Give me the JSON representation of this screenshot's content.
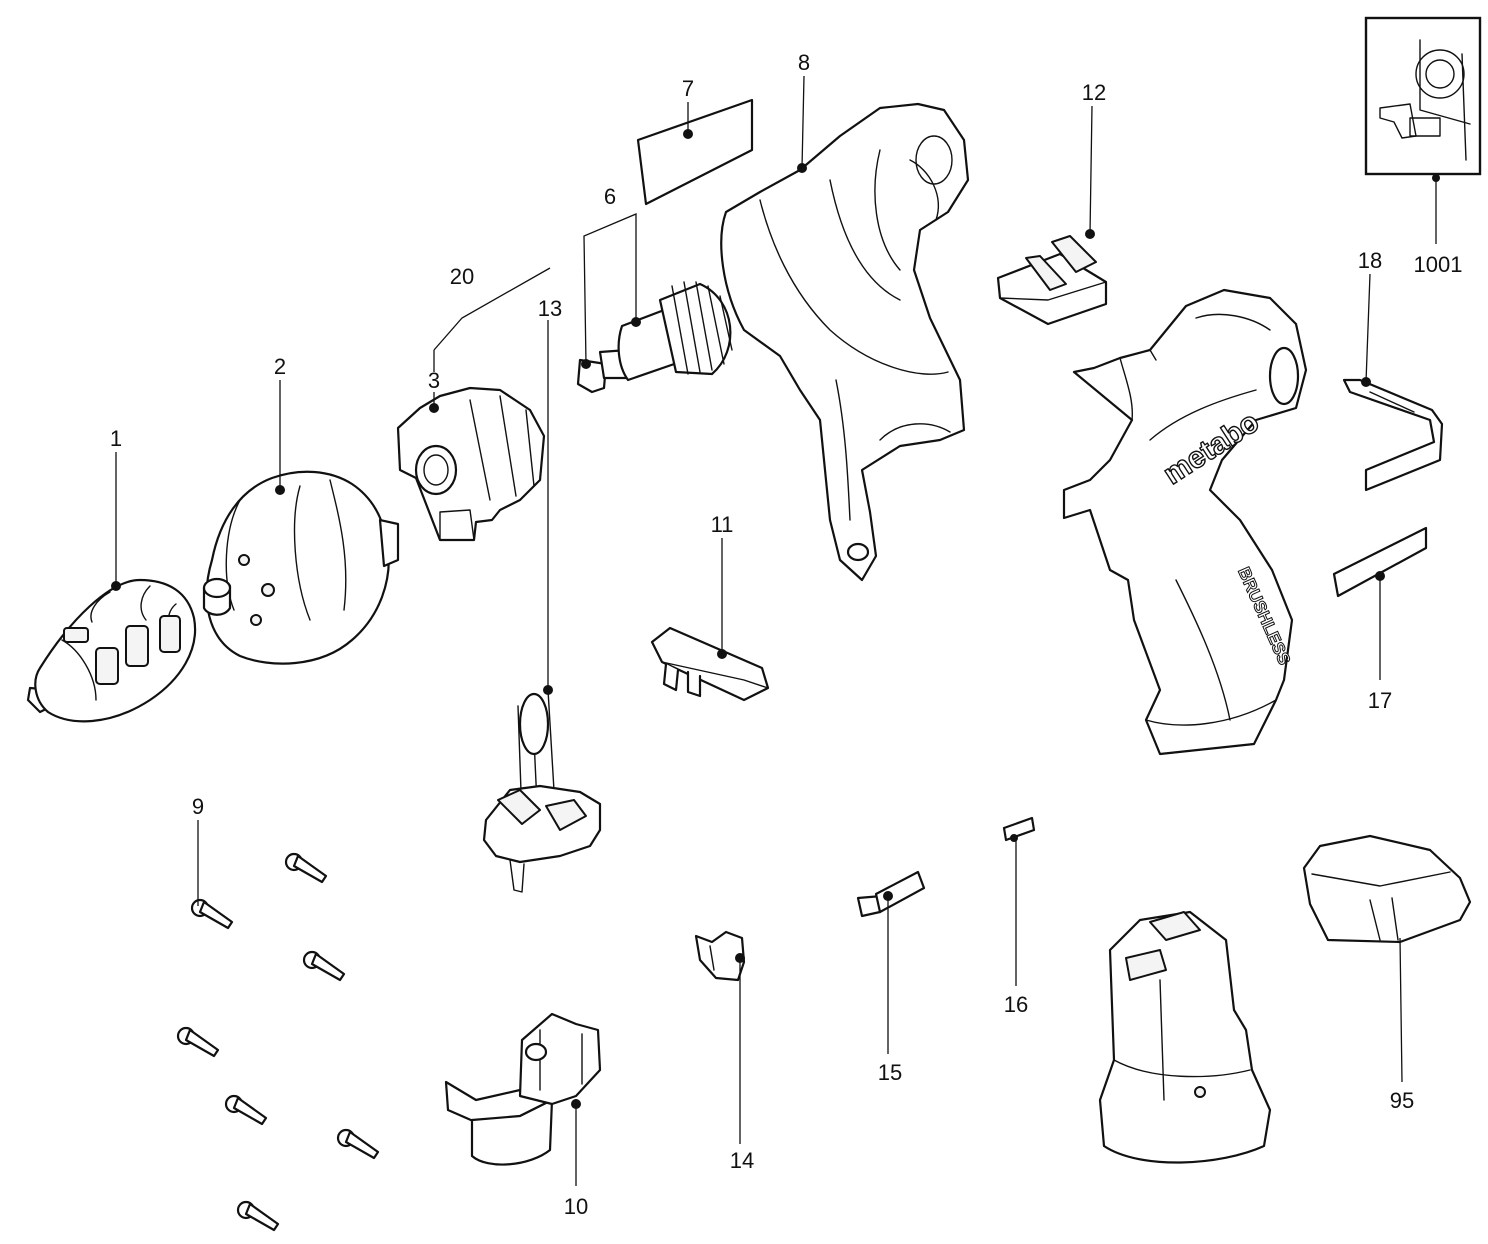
{
  "diagram": {
    "type": "exploded-parts-view",
    "callouts": {
      "p1": "1",
      "p2": "2",
      "p3": "3",
      "p6": "6",
      "p7": "7",
      "p8": "8",
      "p9": "9",
      "p10": "10",
      "p11": "11",
      "p12": "12",
      "p13": "13",
      "p14": "14",
      "p15": "15",
      "p16": "16",
      "p17": "17",
      "p18": "18",
      "p20": "20",
      "p95": "95",
      "p1001": "1001"
    },
    "housing_brand": "metabo",
    "housing_side_text": "BRUSHLESS"
  }
}
